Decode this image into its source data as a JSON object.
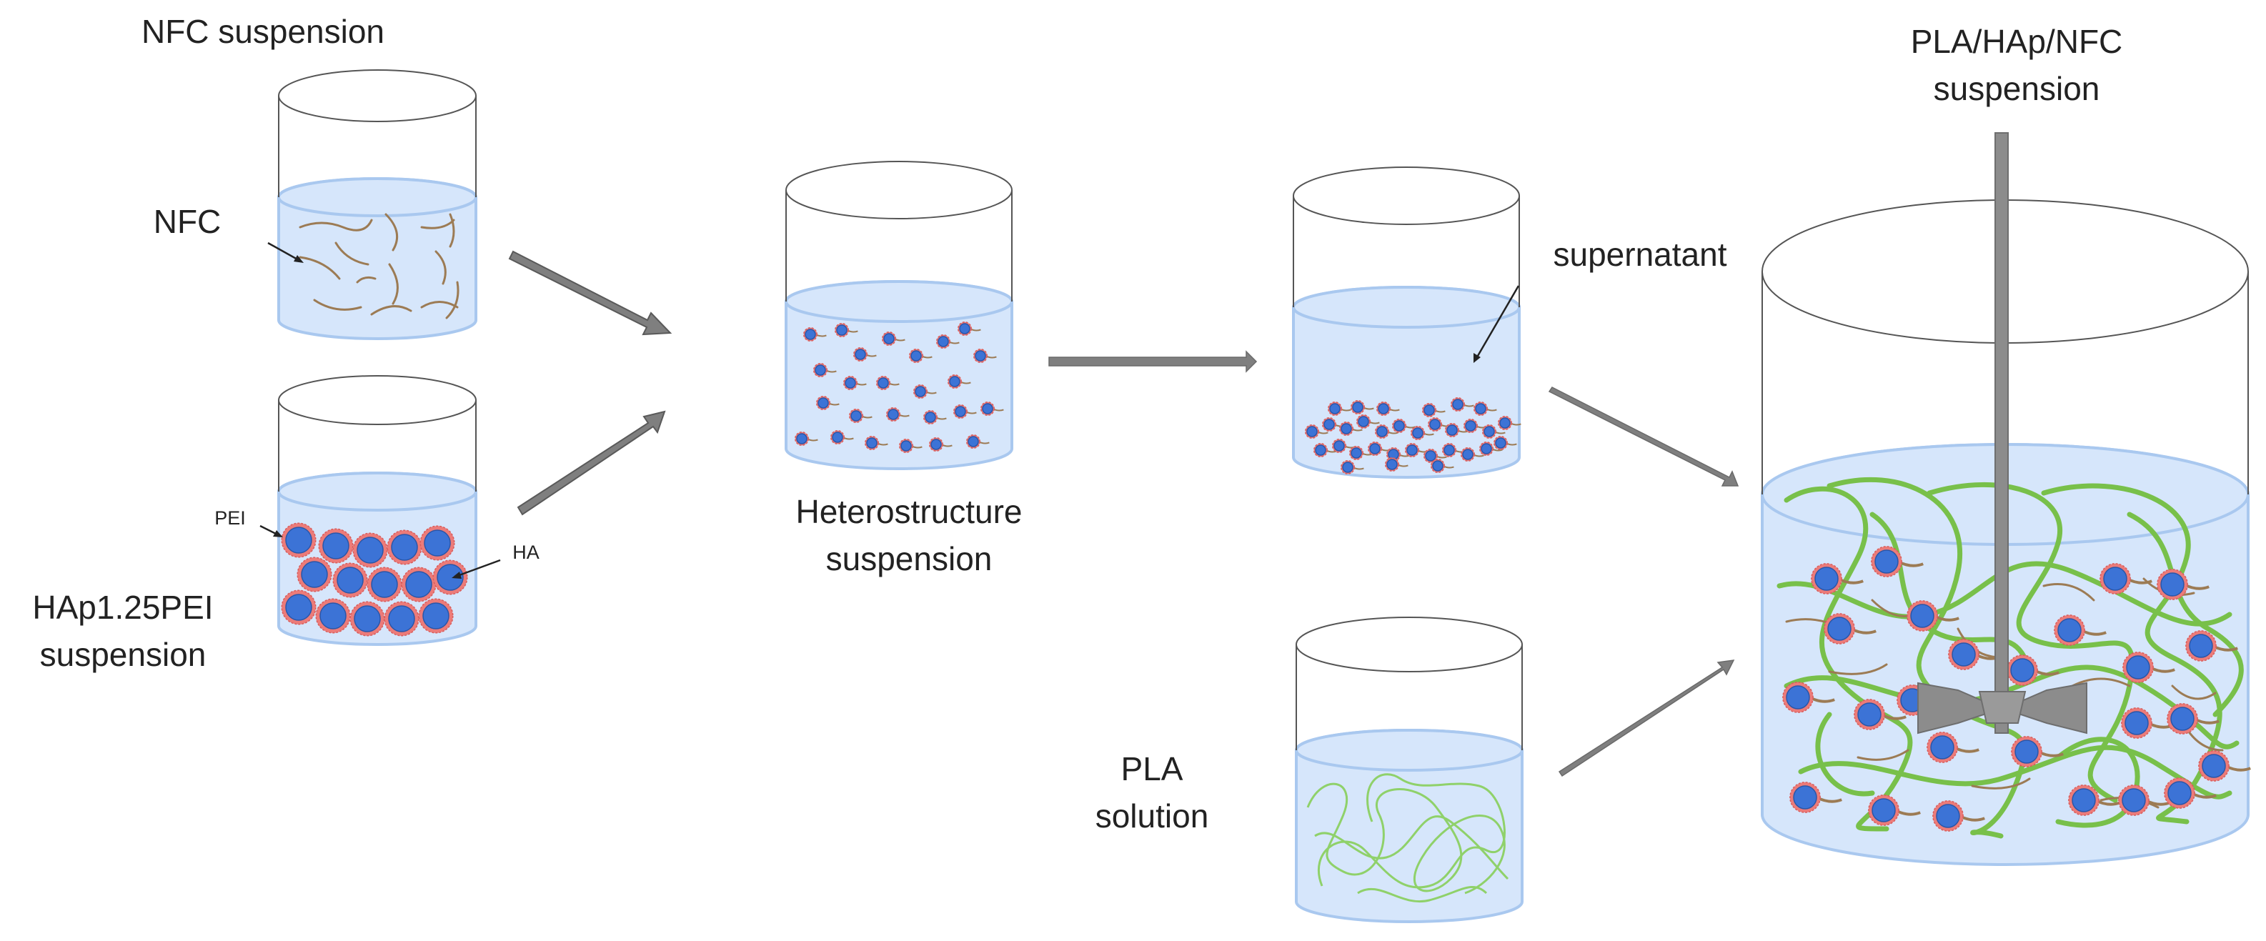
{
  "labels": {
    "nfc_suspension": "NFC suspension",
    "nfc": "NFC",
    "pei": "PEI",
    "ha": "HA",
    "hap_line1": "HAp1.25PEI",
    "hap_line2": "suspension",
    "hetero_line1": "Heterostructure",
    "hetero_line2": "suspension",
    "supernatant": "supernatant",
    "pla_line1": "PLA",
    "pla_line2": "solution",
    "final_line1": "PLA/HAp/NFC",
    "final_line2": "suspension"
  },
  "colors": {
    "liquid": "#d6e6fb",
    "liquid_edge": "#a9c8ef",
    "beaker_outline": "#555555",
    "fiber": "#9c7b54",
    "particle_core": "#3c73d6",
    "particle_coat": "#ec7b79",
    "pla_chain": "#8fd16a",
    "pla_chain_strong": "#78c04a",
    "arrow_fill": "#7f7f7f",
    "stirrer": "#8c8c8c"
  }
}
